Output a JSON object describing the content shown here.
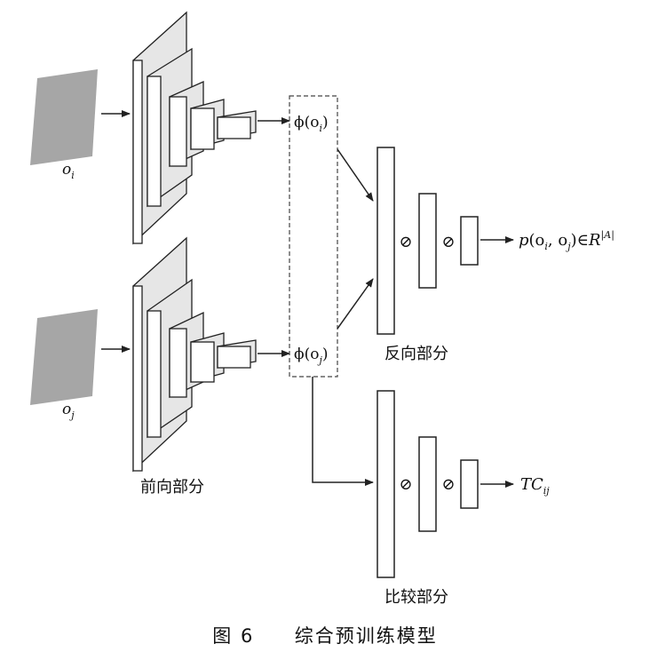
{
  "inputs": {
    "top_label": "o",
    "top_sub": "i",
    "bottom_label": "o",
    "bottom_sub": "j"
  },
  "features": {
    "top_text": "ϕ(o",
    "top_sub": "i",
    "bottom_text": "ϕ(o",
    "bottom_sub": "j",
    "close": ")"
  },
  "output_reverse": {
    "p": "p",
    "open": "(o",
    "sub_i": "i",
    "comma": ", o",
    "sub_j": "j",
    "close_in": ")∈",
    "R": "R",
    "sup": "|A|"
  },
  "output_compare": {
    "text": "TC",
    "sub": "ij"
  },
  "sections": {
    "forward": "前向部分",
    "reverse": "反向部分",
    "compare": "比较部分"
  },
  "neuron_symbol": "⊘",
  "caption": {
    "figure_no": "图 6",
    "title": "综合预训练模型"
  },
  "colors": {
    "input_image": "#a6a6a6",
    "cnn_face": "#e6e6e6",
    "line": "#222222"
  }
}
